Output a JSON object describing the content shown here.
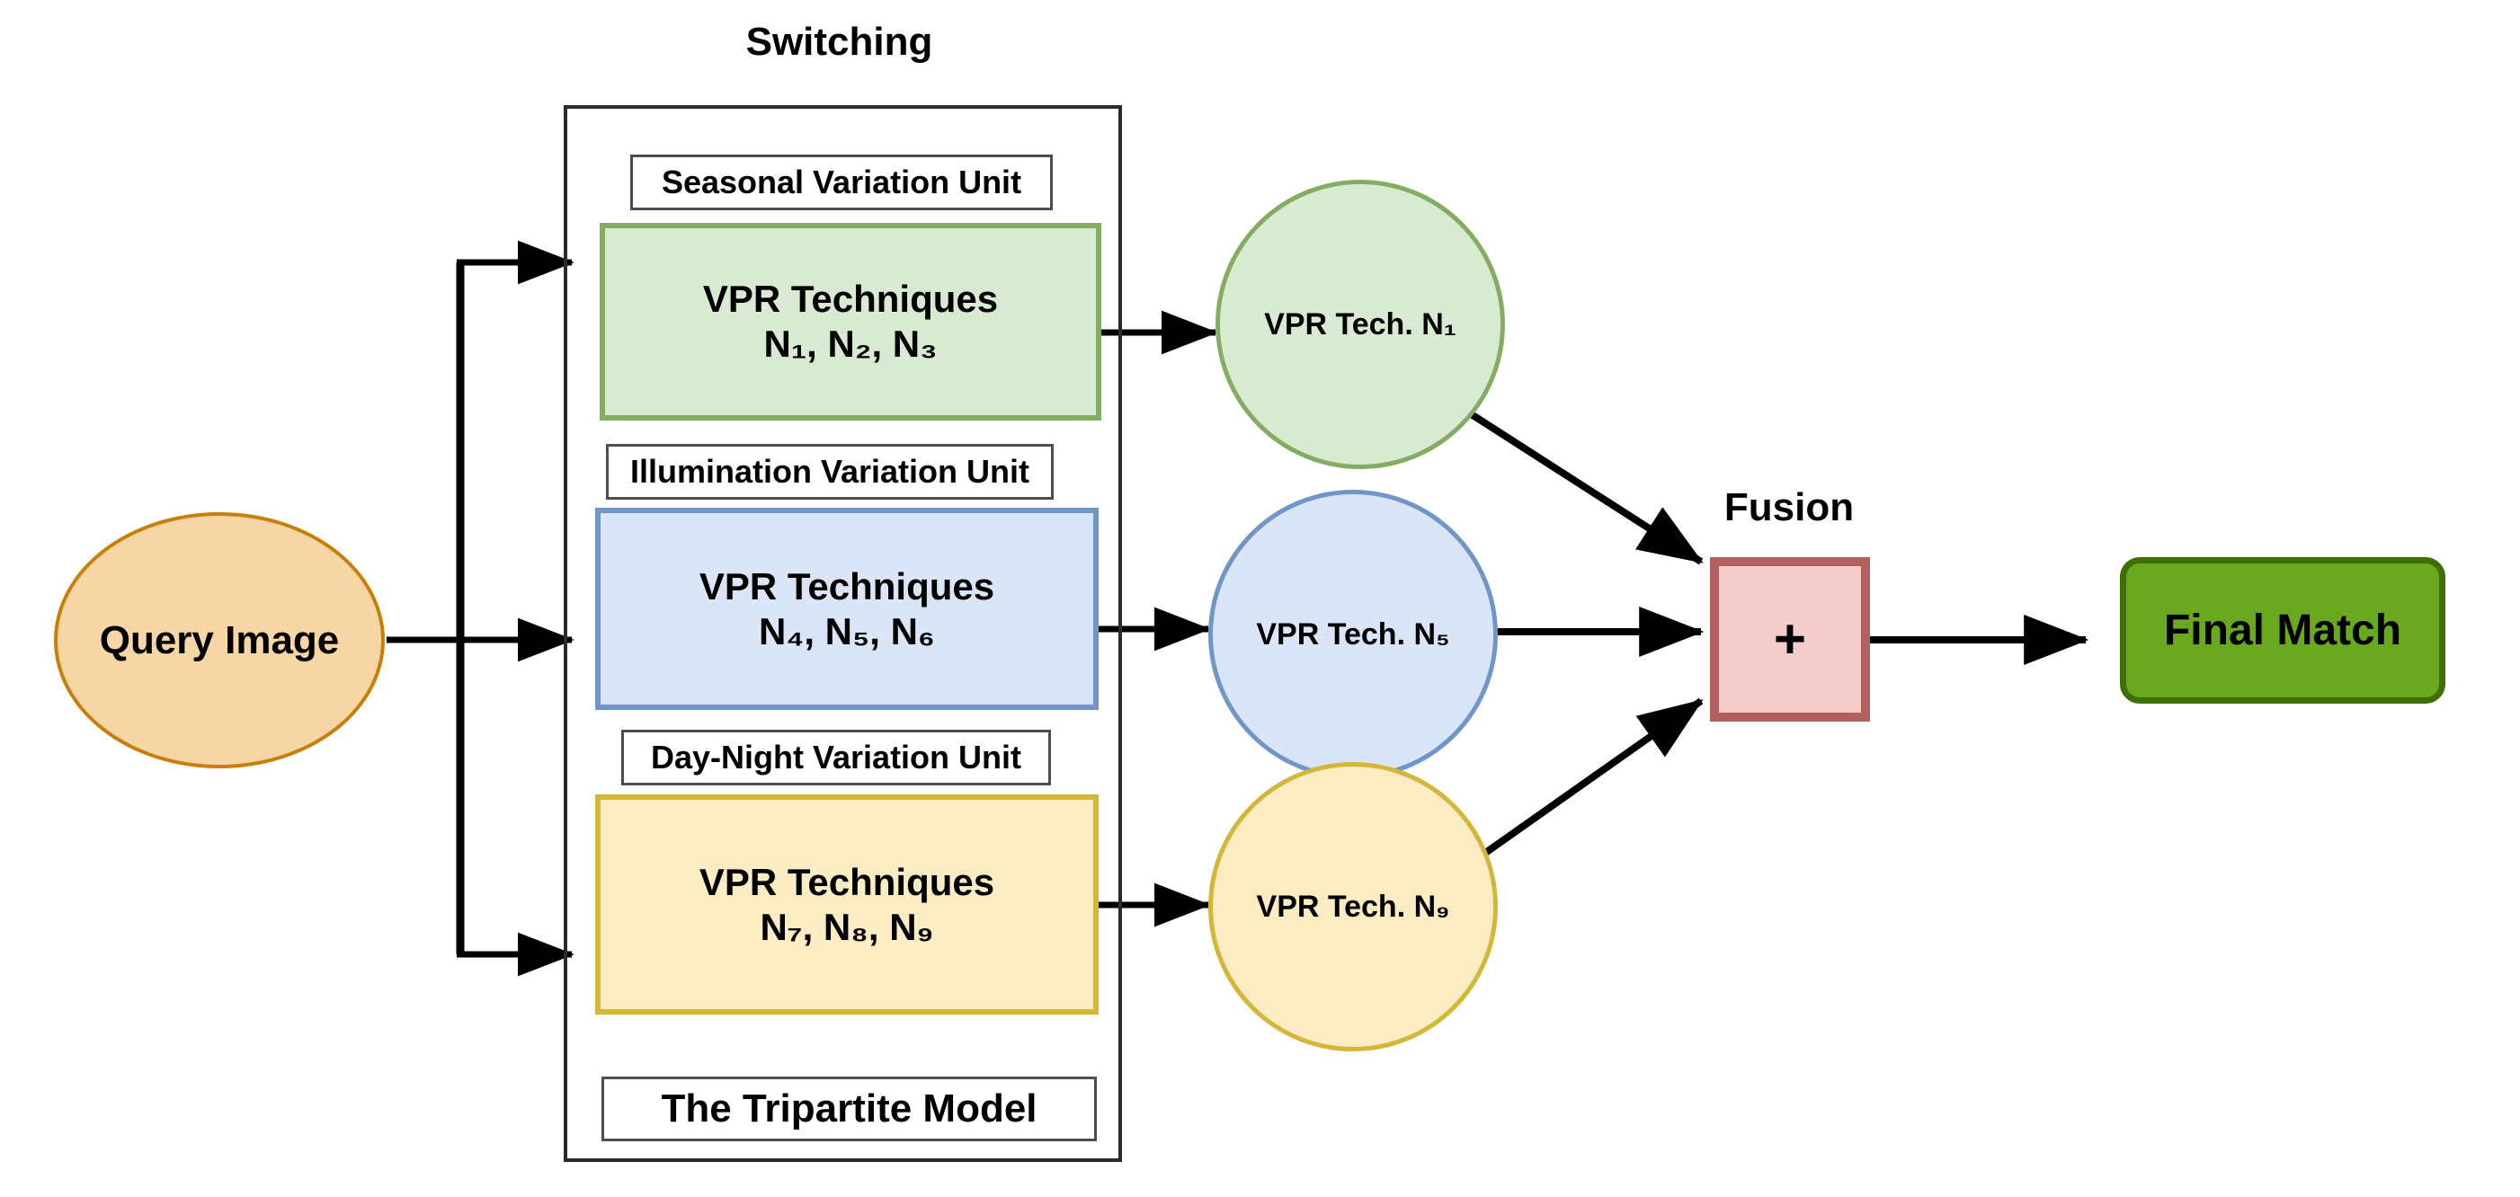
{
  "diagram": {
    "title_switching": "Switching",
    "title_fusion": "Fusion",
    "model_label": "The Tripartite Model",
    "query": {
      "label": "Query Image"
    },
    "units": [
      {
        "unit_label": "Seasonal Variation Unit",
        "box_title": "VPR Techniques",
        "box_items": "N₁, N₂, N₃",
        "items_plain": [
          "N1",
          "N2",
          "N3"
        ],
        "color_fill": "#d9ead3",
        "color_border": "#84ad63"
      },
      {
        "unit_label": "Illumination Variation Unit",
        "box_title": "VPR Techniques",
        "box_items": "N₄, N₅, N₆",
        "items_plain": [
          "N4",
          "N5",
          "N6"
        ],
        "color_fill": "#dae6f7",
        "color_border": "#6f95c9"
      },
      {
        "unit_label": "Day-Night Variation Unit",
        "box_title": "VPR Techniques",
        "box_items": "N₇, N₈, N₉",
        "items_plain": [
          "N7",
          "N8",
          "N9"
        ],
        "color_fill": "#fcecc4",
        "color_border": "#d4b739"
      }
    ],
    "selected": [
      {
        "label": "VPR Tech. N₁",
        "plain": "VPR Tech. N1",
        "color_fill": "#d9ead3",
        "color_border": "#84ad63"
      },
      {
        "label": "VPR Tech. N₅",
        "plain": "VPR Tech. N5",
        "color_fill": "#dae6f7",
        "color_border": "#6f95c9"
      },
      {
        "label": "VPR Tech. N₉",
        "plain": "VPR Tech. N9",
        "color_fill": "#fcecc4",
        "color_border": "#d4b739"
      }
    ],
    "fusion": {
      "symbol": "+",
      "fill": "#f4cccc",
      "border": "#b45f5f"
    },
    "final": {
      "label": "Final Match",
      "fill": "#6aa81f",
      "border": "#3d7000"
    },
    "colors": {
      "background": "#ffffff",
      "stroke": "#000000",
      "container_border": "#2b2b2b",
      "query_fill": "#f7d6a5",
      "query_border": "#c87f0a"
    }
  }
}
